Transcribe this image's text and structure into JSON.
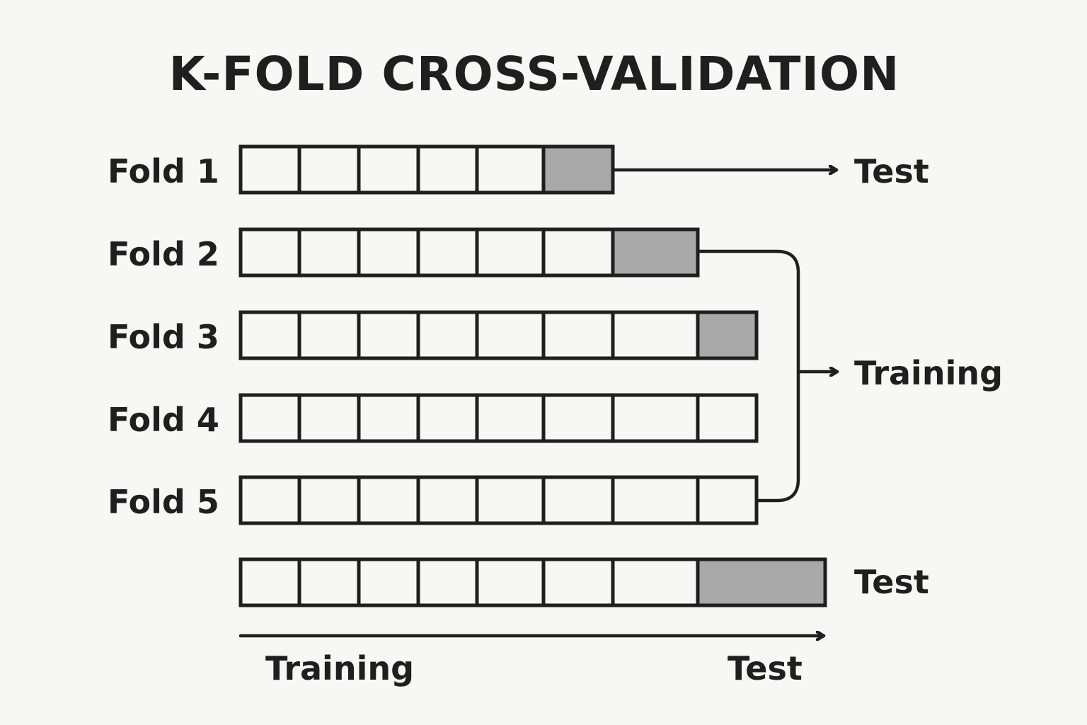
{
  "title": "K-FOLD CROSS-VALIDATION",
  "colors": {
    "ink": "#1f1f1f",
    "background": "#f7f7f6",
    "test_fill": "#a9a9a9"
  },
  "folds": [
    {
      "label": "Fold 1",
      "cells": 6,
      "test_cell": 6
    },
    {
      "label": "Fold 2",
      "cells": 7,
      "test_cell": 7
    },
    {
      "label": "Fold 3",
      "cells": 8,
      "test_cell": 8
    },
    {
      "label": "Fold 4",
      "cells": 8,
      "test_cell": null
    },
    {
      "label": "Fold 5",
      "cells": 8,
      "test_cell": null
    }
  ],
  "final_row": {
    "cells": 8,
    "test_cell": 8
  },
  "right_labels": {
    "fold1_output": "Test",
    "training_output": "Training",
    "final_output": "Test"
  },
  "bottom_axis": {
    "left_label": "Training",
    "right_label": "Test"
  }
}
